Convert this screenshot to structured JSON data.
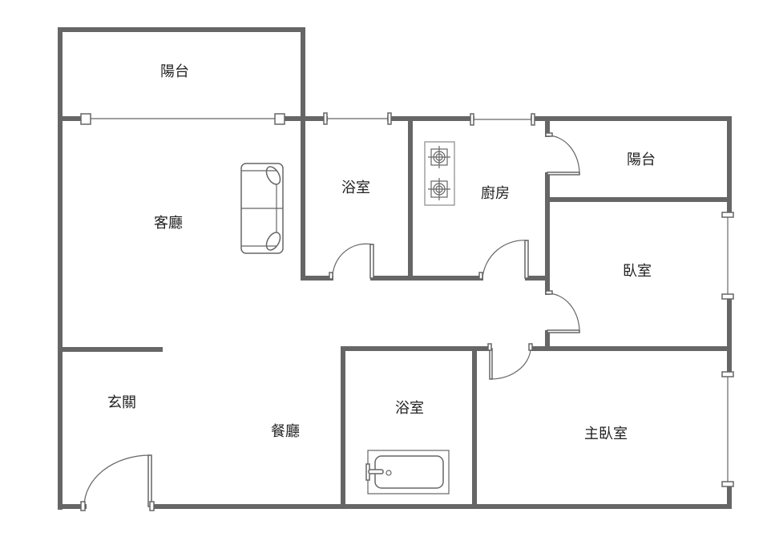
{
  "rooms": {
    "balcony_top": "陽台",
    "living_room": "客廳",
    "bathroom_1": "浴室",
    "kitchen": "廚房",
    "balcony_right": "陽台",
    "bedroom": "臥室",
    "foyer": "玄關",
    "dining_room": "餐廳",
    "bathroom_2": "浴室",
    "master_bedroom": "主臥室"
  },
  "colors": {
    "wall": "#666666",
    "background": "#ffffff"
  }
}
